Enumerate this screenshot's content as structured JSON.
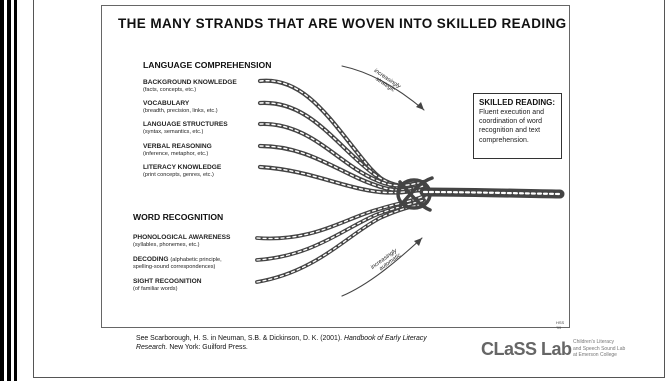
{
  "slide": {
    "title": "THE MANY STRANDS THAT ARE WOVEN INTO SKILLED READING",
    "language_section": "LANGUAGE COMPREHENSION",
    "language_strands": [
      {
        "label": "BACKGROUND KNOWLEDGE",
        "detail": "(facts, concepts, etc.)"
      },
      {
        "label": "VOCABULARY",
        "detail": "(breadth, precision, links, etc.)"
      },
      {
        "label": "LANGUAGE STRUCTURES",
        "detail": "(syntax, semantics, etc.)"
      },
      {
        "label": "VERBAL REASONING",
        "detail": "(inference, metaphor, etc.)"
      },
      {
        "label": "LITERACY KNOWLEDGE",
        "detail": "(print concepts, genres, etc.)"
      }
    ],
    "word_section": "WORD RECOGNITION",
    "word_strands": [
      {
        "label": "PHONOLOGICAL AWARENESS",
        "detail": "(syllables, phonemes, etc.)"
      },
      {
        "label": "DECODING",
        "inline": "(alphabetic principle,",
        "detail": "spelling-sound correspondences)"
      },
      {
        "label": "SIGHT RECOGNITION",
        "detail": "(of familiar words)"
      }
    ],
    "arrow_upper": [
      "increasingly",
      "strategic"
    ],
    "arrow_lower": [
      "increasingly",
      "automatic"
    ],
    "skilled_reading": {
      "title": "SKILLED READING:",
      "description": "Fluent execution and coordination of word recognition and text comprehension."
    },
    "corner_mark": "HSS '99"
  },
  "citation": {
    "prefix": "See Scarborough, H. S. in Neuman, S.B. & Dickinson, D. K. (2001). ",
    "title": "Handbook of Early Literacy Research.",
    "suffix": " New York: Guilford Press."
  },
  "logo": {
    "wordmark": "CLaSS Lab",
    "line1": "Children's Literacy",
    "line2": "and Speech Sound Lab",
    "line3": "at Emerson College"
  },
  "colors": {
    "rope": "#444444",
    "frame": "#555555",
    "logo_gray": "#666666"
  }
}
